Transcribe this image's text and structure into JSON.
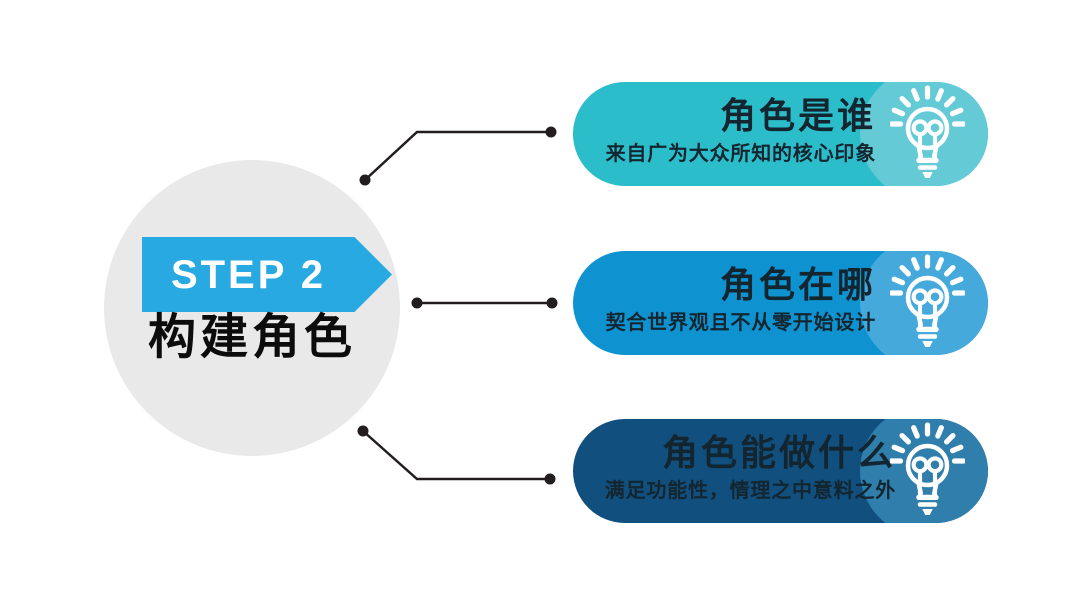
{
  "colors": {
    "background": "#FFFFFF",
    "circle_gray": "#E9E9EA",
    "banner_blue": "#29A9E1",
    "connector": "#221E1F",
    "heading_black": "#0C0C0C",
    "pill_text_dark": "#132630",
    "icon_white": "#FFFFFF"
  },
  "step": {
    "label": "STEP 2",
    "title": "构建角色"
  },
  "items": [
    {
      "title": "角色是谁",
      "subtitle": "来自广为大众所知的核心印象",
      "icon": "lightbulb-icon",
      "colors": {
        "base": "#2BBDCA",
        "light": "#63CAD6"
      }
    },
    {
      "title": "角色在哪",
      "subtitle": "契合世界观且不从零开始设计",
      "icon": "lightbulb-icon",
      "colors": {
        "base": "#0E93D0",
        "light": "#45A9DC"
      }
    },
    {
      "title": "角色能做什么",
      "subtitle": "满足功能性，情理之中意料之外",
      "icon": "lightbulb-icon",
      "colors": {
        "base": "#114F7E",
        "light": "#2F7EAC"
      }
    }
  ]
}
